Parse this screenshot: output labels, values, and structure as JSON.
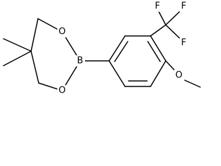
{
  "molecule": {
    "atoms": {
      "boron": "B",
      "oxygen_top": "O",
      "oxygen_bottom": "O",
      "oxygen_methoxy": "O",
      "fluorine_1": "F",
      "fluorine_2": "F",
      "fluorine_3": "F"
    },
    "colors": {
      "bond": "#000000",
      "label": "#000000",
      "background": "#ffffff"
    }
  }
}
